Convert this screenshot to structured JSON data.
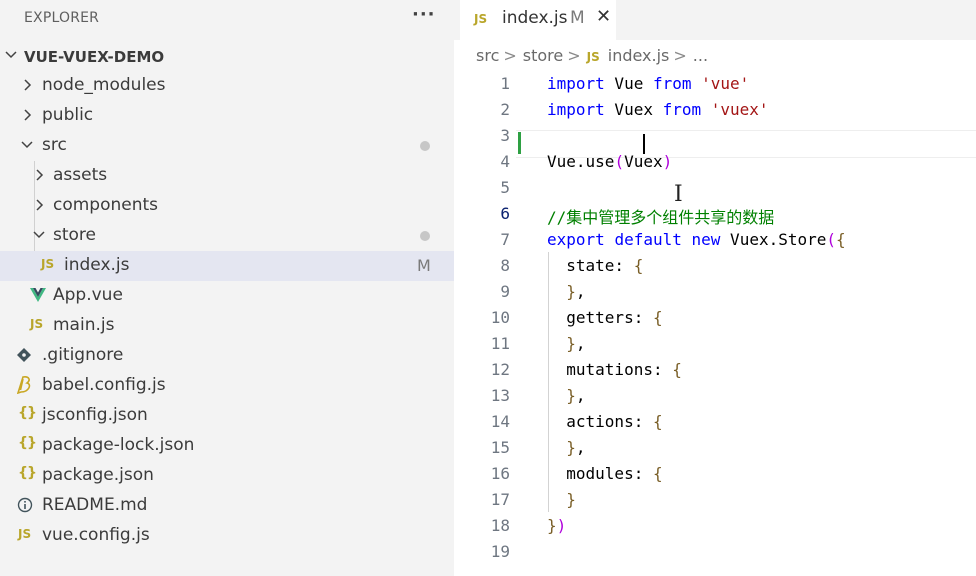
{
  "explorer": {
    "title": "EXPLORER",
    "more_label": "···",
    "root": "VUE-VUEX-DEMO",
    "items": [
      {
        "label": "node_modules",
        "type": "folder",
        "expanded": false
      },
      {
        "label": "public",
        "type": "folder",
        "expanded": false
      },
      {
        "label": "src",
        "type": "folder",
        "expanded": true
      },
      {
        "label": "assets",
        "type": "folder",
        "expanded": false
      },
      {
        "label": "components",
        "type": "folder",
        "expanded": false
      },
      {
        "label": "store",
        "type": "folder",
        "expanded": true
      },
      {
        "label": "index.js",
        "type": "js",
        "status": "M",
        "selected": true
      },
      {
        "label": "App.vue",
        "type": "vue"
      },
      {
        "label": "main.js",
        "type": "js"
      },
      {
        "label": ".gitignore",
        "type": "git"
      },
      {
        "label": "babel.config.js",
        "type": "babel"
      },
      {
        "label": "jsconfig.json",
        "type": "json"
      },
      {
        "label": "package-lock.json",
        "type": "json"
      },
      {
        "label": "package.json",
        "type": "json"
      },
      {
        "label": "README.md",
        "type": "info"
      },
      {
        "label": "vue.config.js",
        "type": "js"
      }
    ],
    "js_badge": "JS",
    "json_badge": "{}",
    "colors": {
      "vue": "#41b883",
      "js": "#b9a62b",
      "selected_bg": "#e4e6f1"
    }
  },
  "tab": {
    "label": "index.js",
    "status": "M",
    "close": "✕"
  },
  "breadcrumb": {
    "items": [
      "src",
      "store",
      "index.js",
      "..."
    ],
    "sep": ">"
  },
  "code": {
    "lines": [
      {
        "n": "1",
        "text": "import Vue from 'vue'"
      },
      {
        "n": "2",
        "text": "import Vuex from 'vuex'"
      },
      {
        "n": "3",
        "text": ""
      },
      {
        "n": "4",
        "text": "Vue.use(Vuex)"
      },
      {
        "n": "5",
        "text": ""
      },
      {
        "n": "6",
        "text": "//集中管理多个组件共享的数据"
      },
      {
        "n": "7",
        "text": "export default new Vuex.Store({"
      },
      {
        "n": "8",
        "text": "  state: {"
      },
      {
        "n": "9",
        "text": "  },"
      },
      {
        "n": "10",
        "text": "  getters: {"
      },
      {
        "n": "11",
        "text": "  },"
      },
      {
        "n": "12",
        "text": "  mutations: {"
      },
      {
        "n": "13",
        "text": "  },"
      },
      {
        "n": "14",
        "text": "  actions: {"
      },
      {
        "n": "15",
        "text": "  },"
      },
      {
        "n": "16",
        "text": "  modules: {"
      },
      {
        "n": "17",
        "text": "  }"
      },
      {
        "n": "18",
        "text": "})"
      },
      {
        "n": "19",
        "text": ""
      }
    ],
    "active_line": 6
  }
}
